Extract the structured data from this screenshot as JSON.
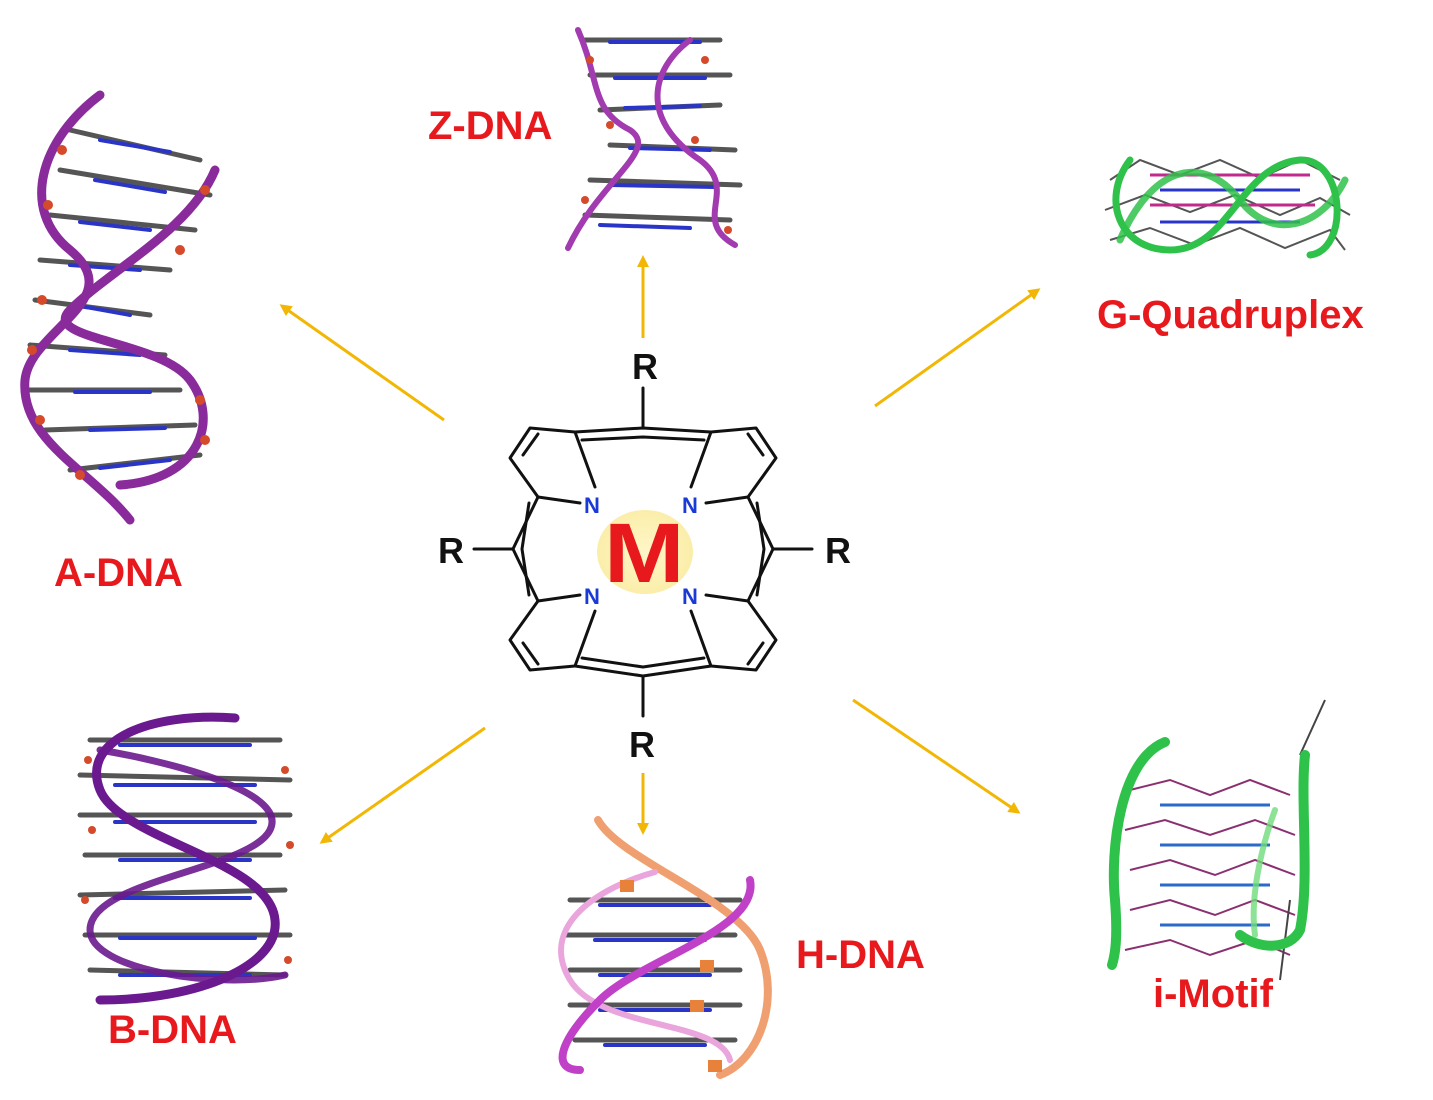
{
  "colors": {
    "label_red": "#e8191d",
    "arrow_gold": "#f2b705",
    "metal_red": "#e8191d",
    "metal_halo": "#fbeeaa",
    "nitrogen_blue": "#1a3ad6",
    "bond_black": "#111111",
    "a_dna_backbone": "#8a2b9c",
    "b_dna_backbone": "#6a1a8e",
    "z_dna_backbone": "#a23ab0",
    "g_quad_backbone": "#2fc24a",
    "i_motif_backbone": "#2fc24a",
    "h_dna_backbone_1": "#c040c8",
    "h_dna_backbone_2": "#f0a070"
  },
  "center": {
    "metal_symbol": "M",
    "nitrogen_symbol": "N",
    "substituent_symbol": "R"
  },
  "structures": {
    "z_dna": "Z-DNA",
    "a_dna": "A-DNA",
    "g_quadruplex": "G-Quadruplex",
    "b_dna": "B-DNA",
    "h_dna": "H-DNA",
    "i_motif": "i-Motif"
  }
}
